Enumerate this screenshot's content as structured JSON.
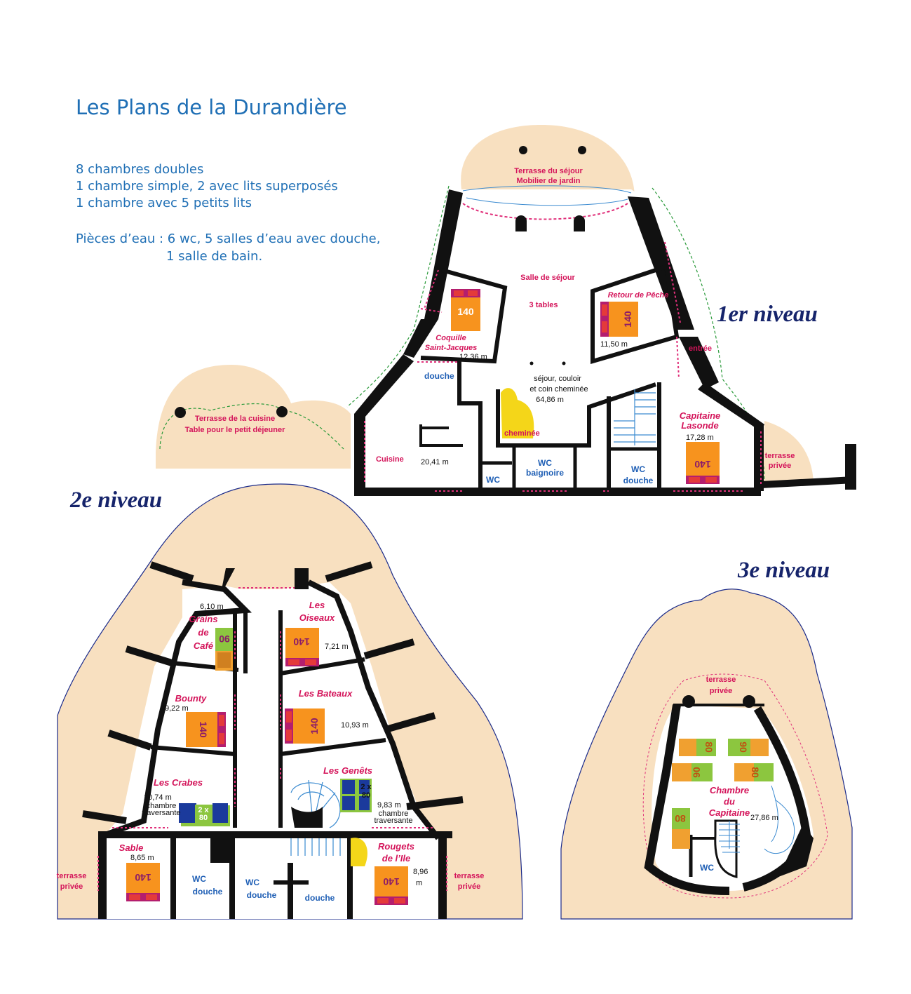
{
  "title": "Les Plans de la Durandière",
  "summary": {
    "line1": "8 chambres doubles",
    "line2": "1 chambre simple, 2 avec lits superposés",
    "line3": "1 chambre avec 5 petits lits",
    "line4": "Pièces d’eau : 6 wc, 5 salles d’eau avec douche,",
    "line5": "1 salle de bain."
  },
  "levels": {
    "first": "1er niveau",
    "second": "2e niveau",
    "third": "3e niveau"
  },
  "level1": {
    "terrasse_sejour_1": "Terrasse du séjour",
    "terrasse_sejour_2": "Mobilier de jardin",
    "salle_sejour": "Salle de séjour",
    "tables": "3 tables",
    "retour": "Retour de Pêche",
    "retour_area": "11,50 m",
    "coquille_1": "Coquille",
    "coquille_2": "Saint-Jacques",
    "coquille_area": "12,36 m",
    "entree": "entrée",
    "sejour_1": "séjour, couloir",
    "sejour_2": "et coin cheminée",
    "sejour_area": "64,86 m",
    "douche": "douche",
    "cheminee": "cheminée",
    "capitaine_1": "Capitaine",
    "capitaine_2": "Lasonde",
    "capitaine_area": "17,28 m",
    "terrasse_privee_1": "terrasse",
    "terrasse_privee_2": "privée",
    "terrasse_cuisine_1": "Terrasse de la cuisine",
    "terrasse_cuisine_2": "Table pour le petit déjeuner",
    "cuisine": "Cuisine",
    "cuisine_area": "20,41 m",
    "wc": "WC",
    "wc_baignoire_1": "WC",
    "wc_baignoire_2": "baignoire",
    "wc_douche_1": "WC",
    "wc_douche_2": "douche",
    "bed_coquille": "140",
    "bed_retour": "140",
    "bed_capitaine": "140"
  },
  "level2": {
    "grains_area": "6,10 m",
    "grains_1": "Grains",
    "grains_2": "de",
    "grains_3": "Café",
    "oiseaux_1": "Les",
    "oiseaux_2": "Oiseaux",
    "oiseaux_area": "7,21 m",
    "bounty": "Bounty",
    "bounty_area": "9,22 m",
    "bateaux": "Les Bateaux",
    "bateaux_area": "10,93 m",
    "crabes": "Les Crabes",
    "crabes_area": "10,74 m",
    "traversante_1": "chambre",
    "traversante_2": "traversante",
    "genets": "Les Genêts",
    "genets_area": "9,83 m",
    "sable": "Sable",
    "sable_area": "8,65 m",
    "rougets_1": "Rougets",
    "rougets_2": "de l’Ile",
    "rougets_area_1": "8,96",
    "rougets_area_2": "m",
    "wc_douche_1": "WC",
    "wc_douche_2": "douche",
    "douche": "douche",
    "terrasse_1": "terrasse",
    "terrasse_2": "privée",
    "bed_140": "140",
    "bed_90": "90",
    "bunk_1": "2 x",
    "bunk_2": "80"
  },
  "level3": {
    "terrasse_1": "terrasse",
    "terrasse_2": "privée",
    "chambre_1": "Chambre",
    "chambre_2": "du",
    "chambre_3": "Capitaine",
    "area": "27,86 m",
    "wc": "WC",
    "bed_80": "80",
    "bed_90": "90"
  },
  "colors": {
    "terrace": "#f8e0c0",
    "wall": "#111111",
    "room_label": "#d4145a",
    "utility_label": "#1f5fb5",
    "bed_double": "#f7931e",
    "bed_single": "#8cc63f",
    "bed_bunk": "#1b3a9c",
    "title": "#1f6fb5",
    "level_title": "#16246b"
  }
}
